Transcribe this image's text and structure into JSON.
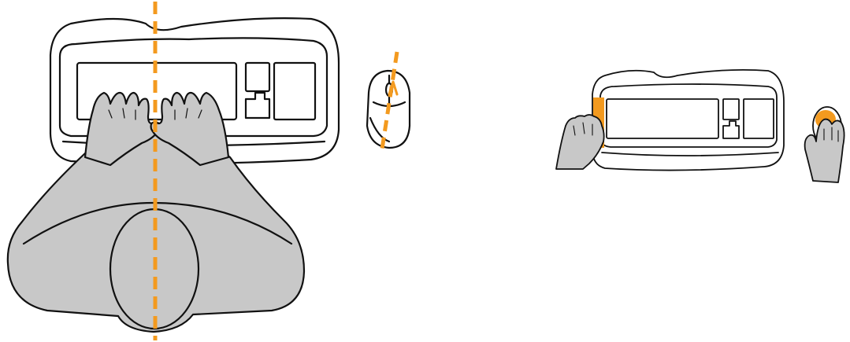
{
  "colors": {
    "background": "#ffffff",
    "outline": "#111111",
    "skin_fill": "#c8c8c8",
    "keyboard_fill": "#ffffff",
    "highlight": "#f39a1f"
  },
  "figures": [
    {
      "name": "top-view-posture",
      "elements": [
        "keyboard",
        "two-hands",
        "person-head-shoulders",
        "mouse",
        "center-alignment-line",
        "mouse-axis-line"
      ]
    },
    {
      "name": "wrist-rest-and-mouse-grip",
      "elements": [
        "keyboard",
        "left-hand-on-wrist-rest",
        "mouse-in-hand",
        "palm-rest-highlight",
        "mouse-highlight"
      ]
    }
  ]
}
